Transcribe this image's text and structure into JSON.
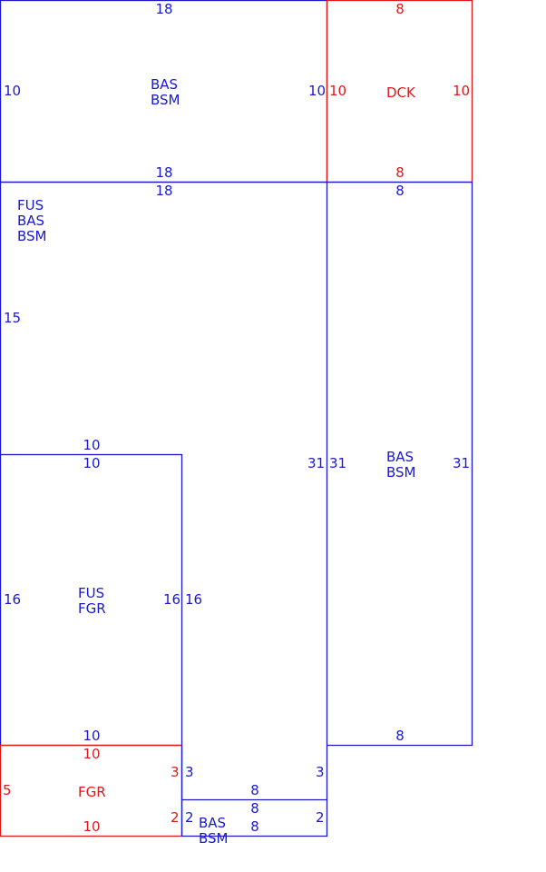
{
  "colors": {
    "blue": "#1a1acc",
    "red": "#dd1a1a"
  },
  "rooms": {
    "top_left": {
      "code1": "BAS",
      "code2": "BSM",
      "top": "18",
      "bottom": "18",
      "left": "10",
      "right": "10"
    },
    "deck": {
      "code": "DCK",
      "top": "8",
      "bottom": "8",
      "left": "10",
      "right": "10"
    },
    "main": {
      "code1": "FUS",
      "code2": "BAS",
      "code3": "BSM",
      "top": "18",
      "left": "15",
      "right": "31"
    },
    "right_wing": {
      "code1": "BAS",
      "code2": "BSM",
      "top": "8",
      "bottom": "8",
      "left": "31",
      "right": "31"
    },
    "garage_upper": {
      "code1": "FUS",
      "code2": "FGR",
      "top_outer": "10",
      "top": "10",
      "bottom": "10",
      "left": "16",
      "right": "16",
      "right_outer": "16"
    },
    "garage_lower": {
      "code": "FGR",
      "top": "10",
      "bottom": "10",
      "left": "5",
      "right_upper": "3",
      "right_lower": "2"
    },
    "small_lower": {
      "code1": "BAS",
      "code2": "BSM",
      "top_outer": "8",
      "top": "8",
      "bottom": "8",
      "left_upper": "3",
      "left_lower": "2",
      "right_upper": "3",
      "right_lower": "2"
    }
  }
}
